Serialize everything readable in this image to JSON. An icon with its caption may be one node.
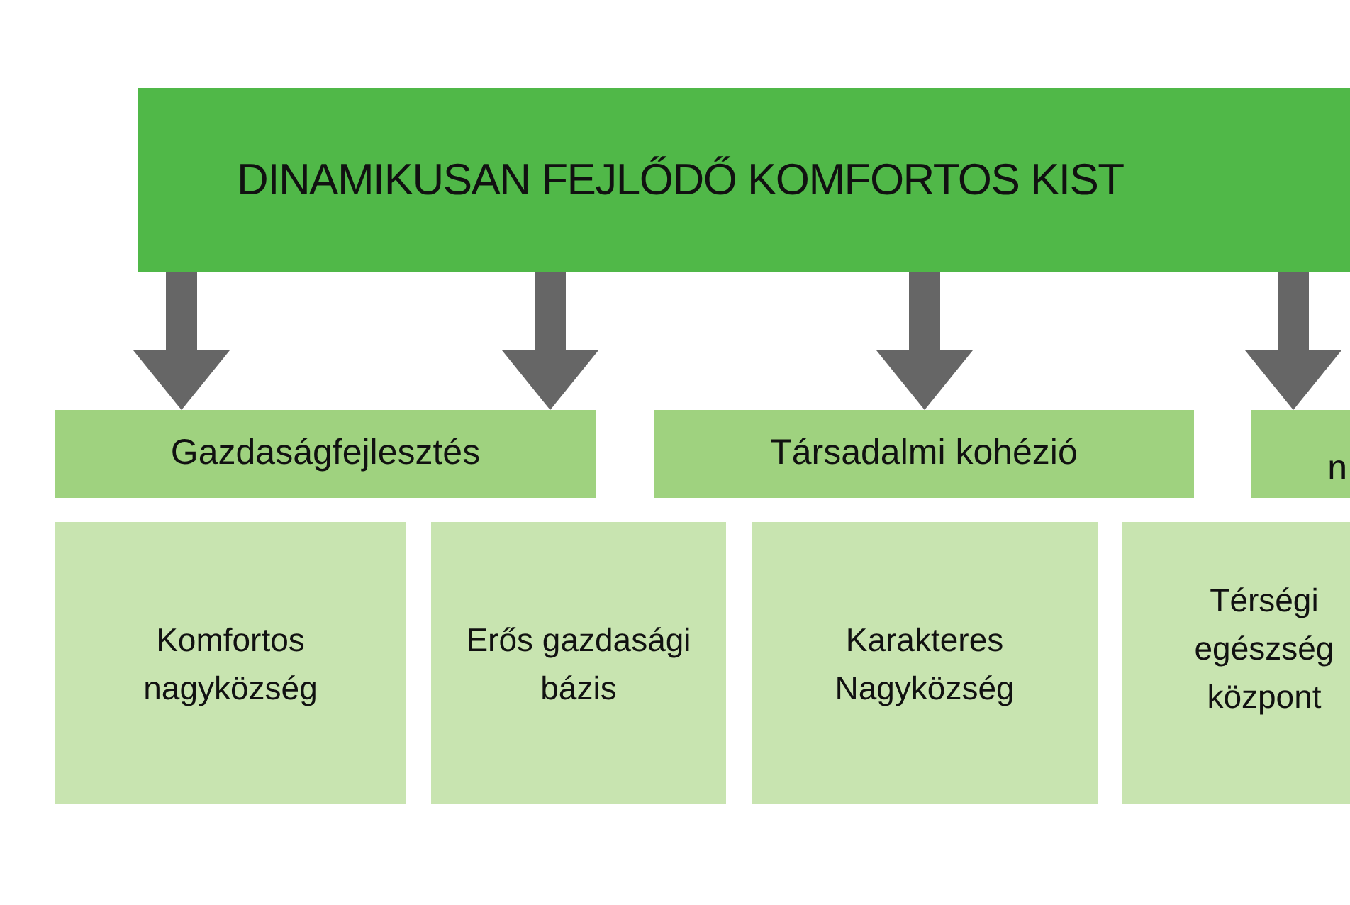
{
  "diagram": {
    "nodes": [
      {
        "text": [
          "DINAMIKUSAN FEJLŐDŐ KOMFORTOS KIST"
        ]
      },
      {
        "text": [
          "Gazdaságfejlesztés"
        ]
      },
      {
        "text": [
          "Társadalmi kohézió"
        ]
      },
      {
        "text": [
          "n"
        ]
      },
      {
        "text": [
          "Komfortos nagyközség"
        ]
      },
      {
        "text": [
          "Erős gazdasági bázis"
        ]
      },
      {
        "text": [
          "Karakteres Nagyközség"
        ]
      },
      {
        "text": [
          "Térségi egészség központ"
        ]
      }
    ],
    "edges": [
      {
        "from": 0,
        "to": 1,
        "arrow": "to"
      },
      {
        "from": 0,
        "to": 1,
        "arrow": "to"
      },
      {
        "from": 0,
        "to": 2,
        "arrow": "to"
      },
      {
        "from": 0,
        "to": 3,
        "arrow": "to"
      }
    ]
  }
}
